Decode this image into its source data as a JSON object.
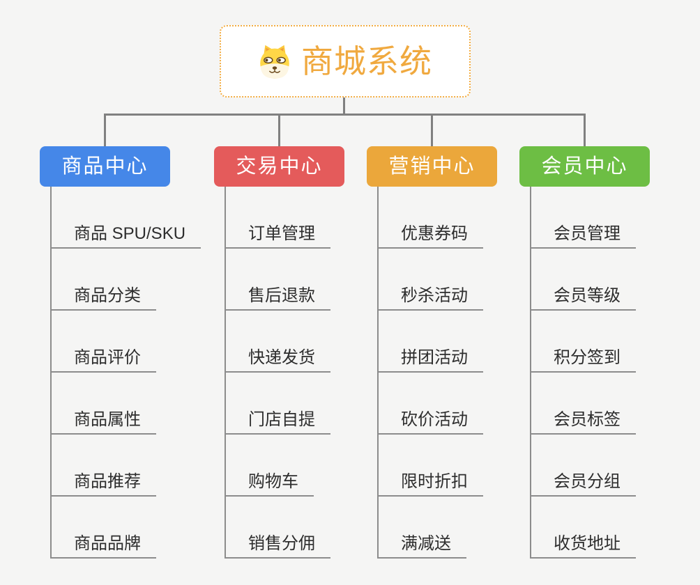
{
  "background_color": "#f5f5f4",
  "connector_color": "#808080",
  "underline_color": "#8c8c8c",
  "root": {
    "title": "商城系统",
    "title_color": "#f0a93f",
    "border_color": "#f3ad42",
    "icon": "dog-face-icon"
  },
  "branches": [
    {
      "label": "商品中心",
      "color": "#4587e8",
      "items": [
        "商品 SPU/SKU",
        "商品分类",
        "商品评价",
        "商品属性",
        "商品推荐",
        "商品品牌"
      ]
    },
    {
      "label": "交易中心",
      "color": "#e45b5b",
      "items": [
        "订单管理",
        "售后退款",
        "快递发货",
        "门店自提",
        "购物车",
        "销售分佣"
      ]
    },
    {
      "label": "营销中心",
      "color": "#eba73b",
      "items": [
        "优惠券码",
        "秒杀活动",
        "拼团活动",
        "砍价活动",
        "限时折扣",
        "满减送"
      ]
    },
    {
      "label": "会员中心",
      "color": "#6dbe44",
      "items": [
        "会员管理",
        "会员等级",
        "积分签到",
        "会员标签",
        "会员分组",
        "收货地址"
      ]
    }
  ]
}
